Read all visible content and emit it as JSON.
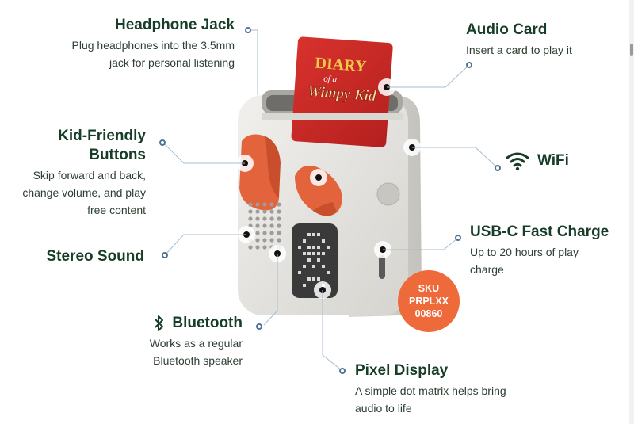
{
  "features": {
    "headphone": {
      "title": "Headphone Jack",
      "desc": [
        "Plug headphones into the 3.5mm",
        "jack for personal listening"
      ]
    },
    "audio_card": {
      "title": "Audio Card",
      "desc": [
        "Insert a card to play it"
      ]
    },
    "buttons": {
      "title": [
        "Kid-Friendly",
        "Buttons"
      ],
      "desc": [
        "Skip forward and back,",
        "change volume, and play",
        "free content"
      ]
    },
    "wifi": {
      "title": "WiFi"
    },
    "usb": {
      "title": "USB-C Fast Charge",
      "desc": [
        "Up to 20 hours of play",
        "charge"
      ]
    },
    "stereo": {
      "title": "Stereo Sound"
    },
    "bluetooth": {
      "title": "Bluetooth",
      "desc": [
        "Works as a regular",
        "Bluetooth speaker"
      ]
    },
    "pixel": {
      "title": "Pixel Display",
      "desc": [
        "A simple dot matrix helps bring",
        "audio to life"
      ]
    }
  },
  "card": {
    "line1": "DIARY",
    "line2": "of a",
    "line3": "Wimpy Kid"
  },
  "badge": {
    "lines": [
      "SKU",
      "PRPLXX",
      "00860"
    ]
  },
  "colors": {
    "accent": "#ee6a3a",
    "text": "#163d28",
    "line": "#9fb8cc",
    "dot": "#5b7f9f"
  }
}
